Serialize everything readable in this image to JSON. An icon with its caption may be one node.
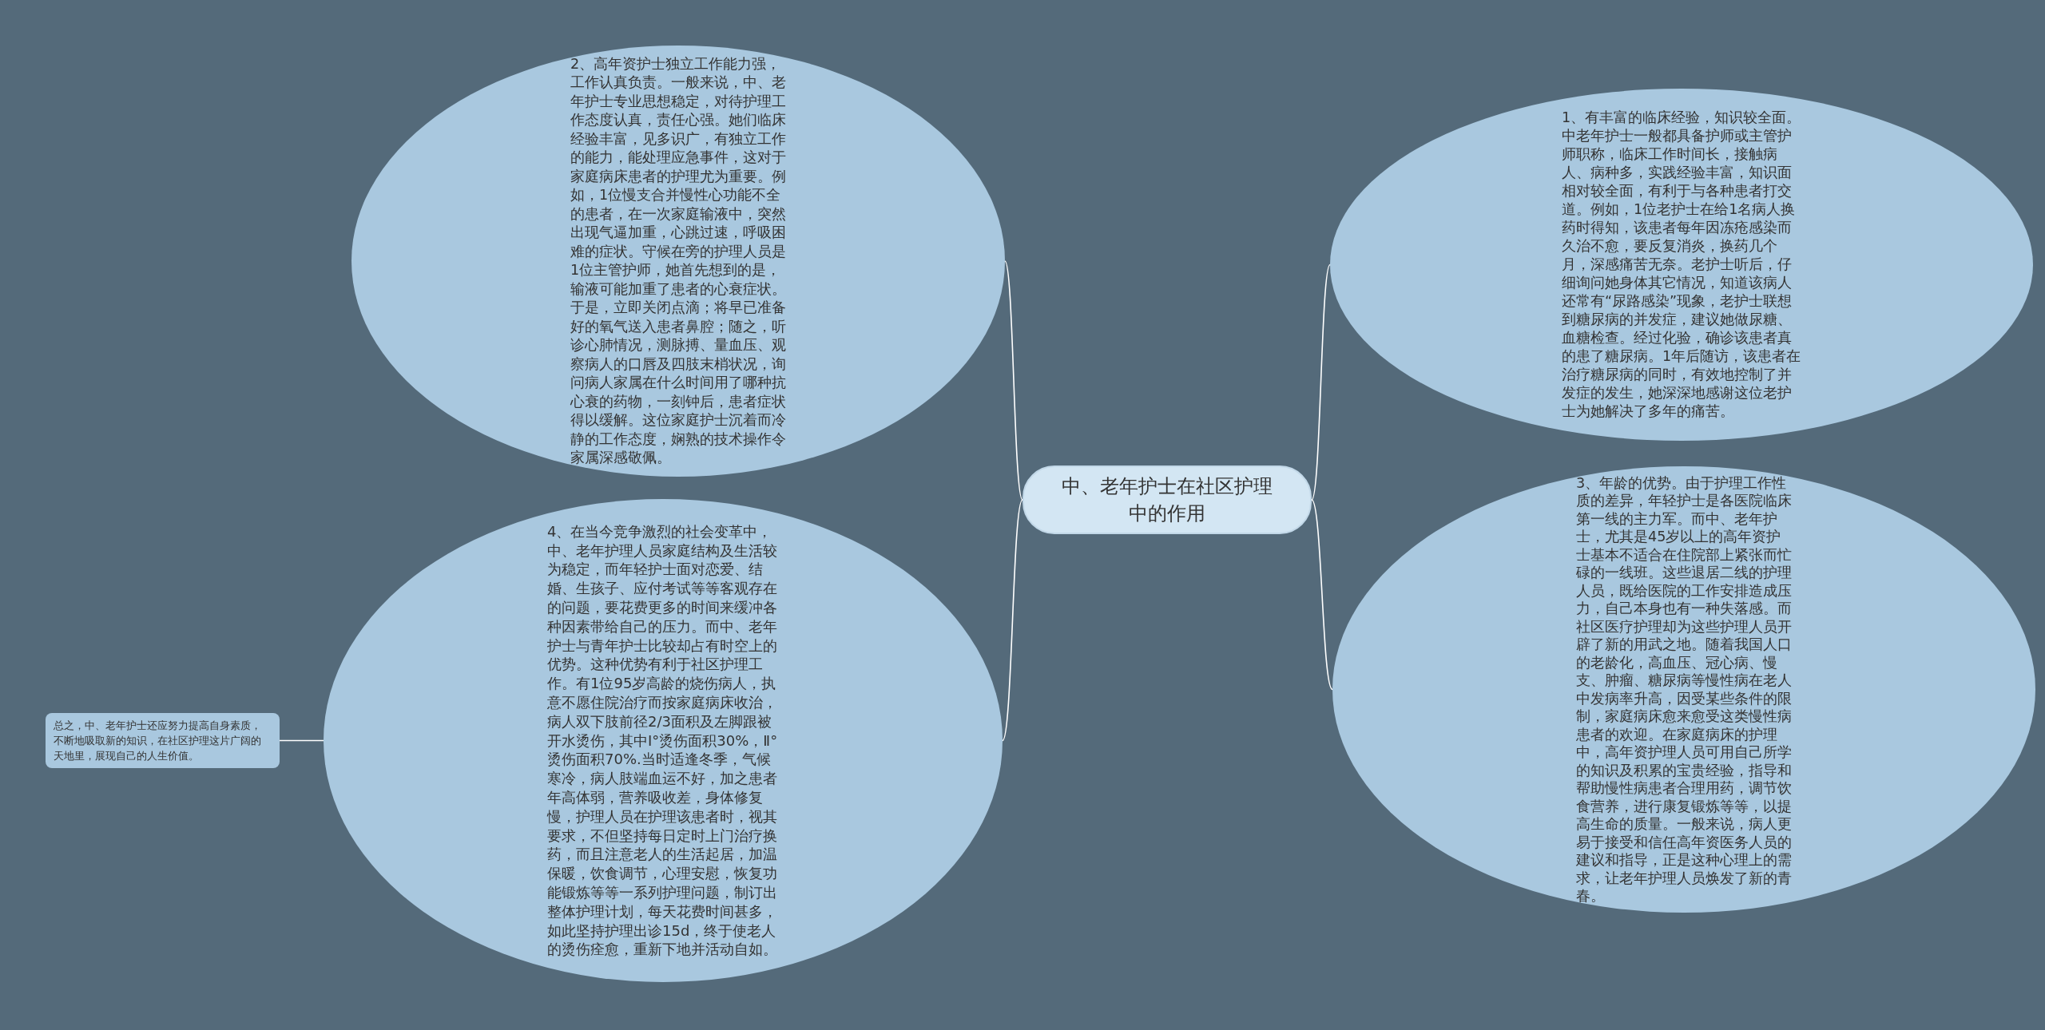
{
  "diagram": {
    "nodes": [
      {
        "text": [
          "中、老年护士在社区护理中的作用"
        ]
      },
      {
        "text": [
          "1、有丰富的临床经验，知识较全面。中老年护士一般都具备护师或主管护师职称，临床工作时间长，接触病人、病种多，实践经验丰富，知识面相对较全面，有利于与各种患者打交道。例如，1位老护士在给1名病人换药时得知，该患者每年因冻疮感染而久治不愈，要反复消炎，换药几个月，深感痛苦无奈。老护士听后，仔细询问她身体其它情况，知道该病人还常有“尿路感染”现象，老护士联想到糖尿病的并发症，建议她做尿糖、血糖检查。经过化验，确诊该患者真的患了糖尿病。1年后随访，该患者在治疗糖尿病的同时，有效地控制了并发症的发生，她深深地感谢这位老护士为她解决了多年的痛苦。"
        ]
      },
      {
        "text": [
          "3、年龄的优势。由于护理工作性质的差异，年轻护士是各医院临床第一线的主力军。而中、老年护士，尤其是45岁以上的高年资护士基本不适合在住院部上紧张而忙碌的一线班。这些退居二线的护理人员，既给医院的工作安排造成压力，自己本身也有一种失落感。而社区医疗护理却为这些护理人员开辟了新的用武之地。随着我国人口的老龄化，高血压、冠心病、慢支、肿瘤、糖尿病等慢性病在老人中发病率升高，因受某些条件的限制，家庭病床愈来愈受这类慢性病患者的欢迎。在家庭病床的护理中，高年资护理人员可用自己所学的知识及积累的宝贵经验，指导和帮助慢性病患者合理用药，调节饮食营养，进行康复锻炼等等，以提高生命的质量。一般来说，病人更易于接受和信任高年资医务人员的建议和指导，正是这种心理上的需求，让老年护理人员焕发了新的青春。"
        ]
      },
      {
        "text": [
          "2、高年资护士独立工作能力强，工作认真负责。一般来说，中、老年护士专业思想稳定，对待护理工作态度认真，责任心强。她们临床经验丰富，见多识广，有独立工作的能力，能处理应急事件，这对于家庭病床患者的护理尤为重要。例如，1位慢支合并慢性心功能不全的患者，在一次家庭输液中，突然出现气逼加重，心跳过速，呼吸困难的症状。守候在旁的护理人员是1位主管护师，她首先想到的是，输液可能加重了患者的心衰症状。于是，立即关闭点滴；将早已准备好的氧气送入患者鼻腔；随之，听诊心肺情况，测脉搏、量血压、观察病人的口唇及四肢末梢状况，询问病人家属在什么时间用了哪种抗心衰的药物，一刻钟后，患者症状得以缓解。这位家庭护士沉着而冷静的工作态度，娴熟的技术操作令家属深感敬佩。"
        ]
      },
      {
        "text": [
          "4、在当今竞争激烈的社会变革中，中、老年护理人员家庭结构及生活较为稳定，而年轻护士面对恋爱、结婚、生孩子、应付考试等等客观存在的问题，要花费更多的时间来缓冲各种因素带给自己的压力。而中、老年护士与青年护士比较却占有时空上的优势。这种优势有利于社区护理工作。有1位95岁高龄的烧伤病人，执意不愿住院治疗而按家庭病床收治，病人双下肢前径2/3面积及左脚跟被开水烫伤，其中Ⅰ°烫伤面积30%，Ⅱ°烫伤面积70%.当时适逢冬季，气候寒冷，病人肢端血运不好，加之患者年高体弱，营养吸收差，身体修复慢，护理人员在护理该患者时，视其要求，不但坚持每日定时上门治疗换药，而且注意老人的生活起居，加温保暖，饮食调节，心理安慰，恢复功能锻炼等等一系列护理问题，制订出整体护理计划，每天花费时间甚多，如此坚持护理出诊15d，终于使老人的烫伤痊愈，重新下地并活动自如。"
        ]
      },
      {
        "text": [
          "总之，中、老年护士还应努力提高自身素质，不断地吸取新的知识，在社区护理这片广阔的天地里，展现自己的人生价值。"
        ]
      }
    ],
    "edges": [
      {
        "from": 0,
        "to": 1,
        "arrow": "none"
      },
      {
        "from": 0,
        "to": 2,
        "arrow": "none"
      },
      {
        "from": 0,
        "to": 3,
        "arrow": "none"
      },
      {
        "from": 0,
        "to": 4,
        "arrow": "none"
      },
      {
        "from": 4,
        "to": 5,
        "arrow": "none"
      }
    ]
  }
}
